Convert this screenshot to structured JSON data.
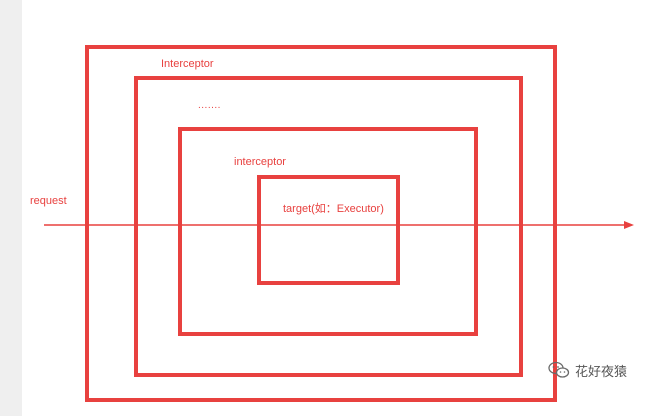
{
  "diagram": {
    "labels": {
      "outer_interceptor": "Interceptor",
      "ellipsis": ".......",
      "inner_interceptor": "interceptor",
      "target": "target(如：Executor)",
      "request": "request"
    },
    "colors": {
      "stroke": "#e8413f",
      "background": "#ffffff",
      "left_strip": "#efefef"
    }
  },
  "watermark": {
    "text": "花好夜猿",
    "icon": "wechat-icon"
  }
}
